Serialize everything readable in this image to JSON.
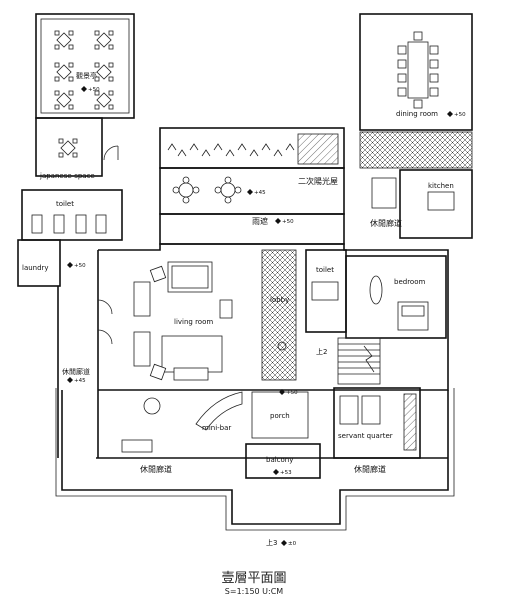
{
  "title": "壹層平面圖",
  "scale": "S=1:150 U:CM",
  "rooms": {
    "dining_room": "dining room",
    "japanese_space": "japanese-space",
    "toilet_left": "toilet",
    "laundry": "laundry",
    "corridor_left": "休閒廊道",
    "living_room": "living room",
    "lobby": "lobby",
    "mini_bar": "mini-bar",
    "porch": "porch",
    "balcony": "balcony",
    "corridor_bottom_left": "休閒廊道",
    "corridor_bottom_right": "休閒廊道",
    "courtyard": "二次陽光屋",
    "passage": "雨遮",
    "kitchen": "kitchen",
    "corridor_right": "休閒廊道",
    "toilet_right": "toilet",
    "bedroom": "bedroom",
    "stair": "上2",
    "servant_quarter": "servant quarter",
    "gazebo": "觀景亭",
    "entry": "上3"
  },
  "levels": {
    "gazebo": "+50",
    "dining": "+50",
    "courtyard": "+45",
    "passage": "+50",
    "laundry": "+50",
    "corridor_left": "+45",
    "porch": "+50",
    "balcony": "+53",
    "entry": "±0"
  }
}
